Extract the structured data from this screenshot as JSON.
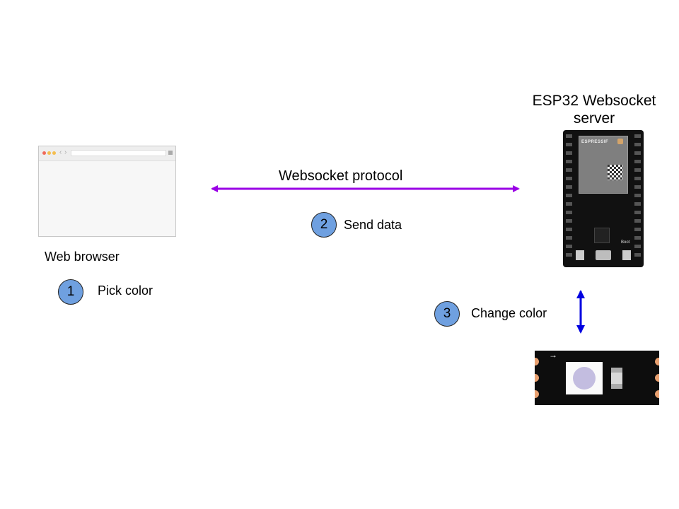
{
  "browser": {
    "label": "Web browser"
  },
  "server": {
    "title": "ESP32 Websocket server",
    "chip_text": "ESPRESSIF",
    "boot_label": "Boot"
  },
  "protocol": {
    "label": "Websocket protocol"
  },
  "steps": [
    {
      "number": "1",
      "label": "Pick color"
    },
    {
      "number": "2",
      "label": "Send data"
    },
    {
      "number": "3",
      "label": "Change color"
    }
  ],
  "colors": {
    "protocol_arrow": "#9a00e6",
    "led_arrow": "#0000e0",
    "step_circle": "#6fa0e0",
    "board": "#111111",
    "pin": "#e8a070"
  }
}
